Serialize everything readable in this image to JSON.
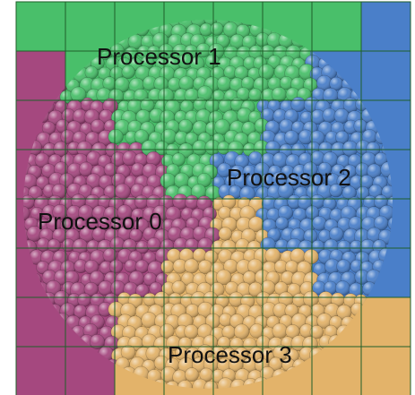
{
  "labels": {
    "p0": "Processor 0",
    "p1": "Processor 1",
    "p2": "Processor 2",
    "p3": "Processor 3"
  },
  "colors": {
    "processor_0": "#a5487f",
    "processor_1": "#49bf6a",
    "processor_2": "#4a7fc9",
    "processor_3": "#e3b36a",
    "grid_line": "#1f5f2a",
    "particle_shade": "#000000"
  },
  "grid": {
    "rows": 8,
    "cols": 8,
    "owner_rows": [
      [
        1,
        1,
        1,
        1,
        1,
        1,
        1,
        2
      ],
      [
        0,
        1,
        1,
        1,
        1,
        1,
        2,
        2
      ],
      [
        0,
        0,
        1,
        1,
        1,
        2,
        2,
        2
      ],
      [
        0,
        0,
        0,
        1,
        2,
        2,
        2,
        2
      ],
      [
        0,
        0,
        0,
        0,
        3,
        2,
        2,
        2
      ],
      [
        0,
        0,
        0,
        3,
        3,
        3,
        2,
        2
      ],
      [
        0,
        0,
        3,
        3,
        3,
        3,
        3,
        3
      ],
      [
        0,
        0,
        3,
        3,
        3,
        3,
        3,
        3
      ]
    ]
  }
}
